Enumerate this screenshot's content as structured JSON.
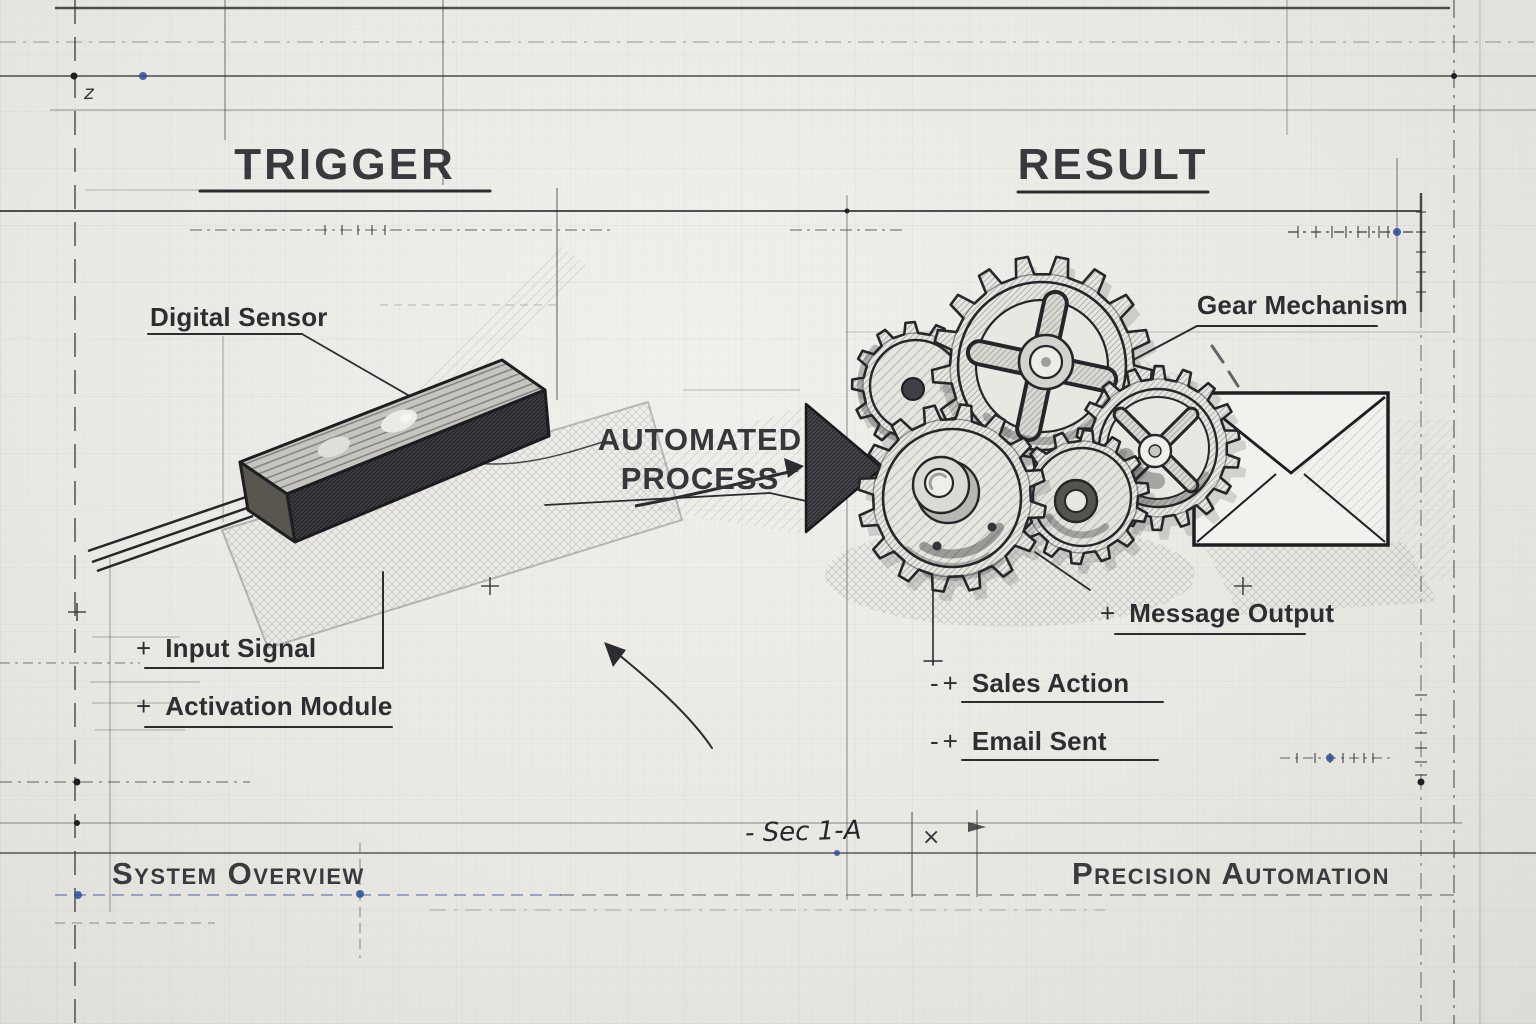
{
  "headings": {
    "left": "TRIGGER",
    "right": "RESULT"
  },
  "process_arrow": {
    "line1": "AUTOMATED",
    "line2": "PROCESS"
  },
  "component_labels": {
    "digital_sensor": {
      "text": "Digital Sensor"
    },
    "input_signal": {
      "prefix": "+",
      "text": "Input Signal"
    },
    "activation_module": {
      "prefix": "+",
      "text": "Activation Module"
    },
    "gear_mechanism": {
      "text": "Gear Mechanism"
    },
    "message_output": {
      "prefix": "+",
      "text": "Message Output"
    },
    "sales_action": {
      "prefix": "-+",
      "text": "Sales Action"
    },
    "email_sent": {
      "prefix": "-+",
      "text": "Email Sent"
    }
  },
  "title_block": {
    "left_title": "System Overview",
    "right_title": "Precision Automation",
    "section_prefix": "- ",
    "section_label": "Sec 1-A",
    "section_mark": "×"
  },
  "marks": {
    "corner_note": "z"
  },
  "icons": {
    "sensor": "digital-sensor-sketch",
    "gears": "gear-mechanism-cluster",
    "envelope": "email-envelope-sketch",
    "arrow": "process-flow-arrow"
  },
  "colors": {
    "paper": "#ebe9e4",
    "ink": "#2e2e33",
    "accent_blue": "#2c4e9b"
  }
}
